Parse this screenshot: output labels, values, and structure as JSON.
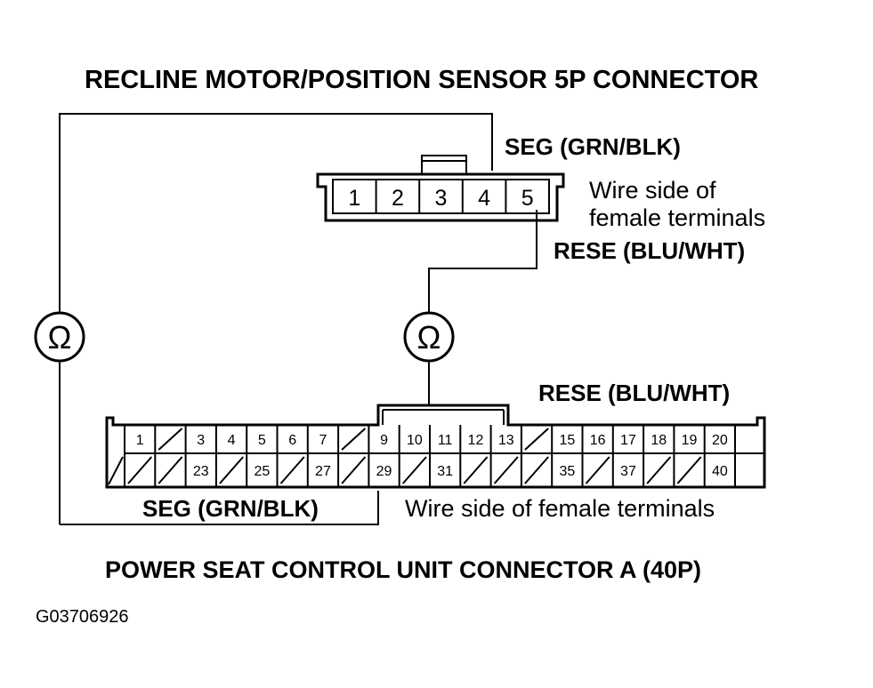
{
  "labels": {
    "top_title": "RECLINE MOTOR/POSITION SENSOR 5P CONNECTOR",
    "seg_top": "SEG (GRN/BLK)",
    "wire_side_line1": "Wire side of",
    "wire_side_line2": "female terminals",
    "rese_upper": "RESE (BLU/WHT)",
    "rese_lower": "RESE (BLU/WHT)",
    "seg_bottom": "SEG (GRN/BLK)",
    "wire_side_bottom": "Wire side of female terminals",
    "bottom_title": "POWER SEAT CONTROL UNIT CONNECTOR A (40P)",
    "figure_id": "G03706926"
  },
  "meters": [
    {
      "symbol": "Ω"
    },
    {
      "symbol": "Ω"
    }
  ],
  "connector_5p": {
    "pins": [
      "1",
      "2",
      "3",
      "4",
      "5"
    ]
  },
  "connector_40p": {
    "top_row": [
      "1",
      "",
      "3",
      "4",
      "5",
      "6",
      "7",
      "",
      "9",
      "10",
      "11",
      "12",
      "13",
      "",
      "15",
      "16",
      "17",
      "18",
      "19",
      "20"
    ],
    "bottom_row": [
      "",
      "",
      "23",
      "",
      "25",
      "",
      "27",
      "",
      "29",
      "",
      "31",
      "",
      "",
      "",
      "35",
      "",
      "37",
      "",
      "",
      "40"
    ]
  }
}
